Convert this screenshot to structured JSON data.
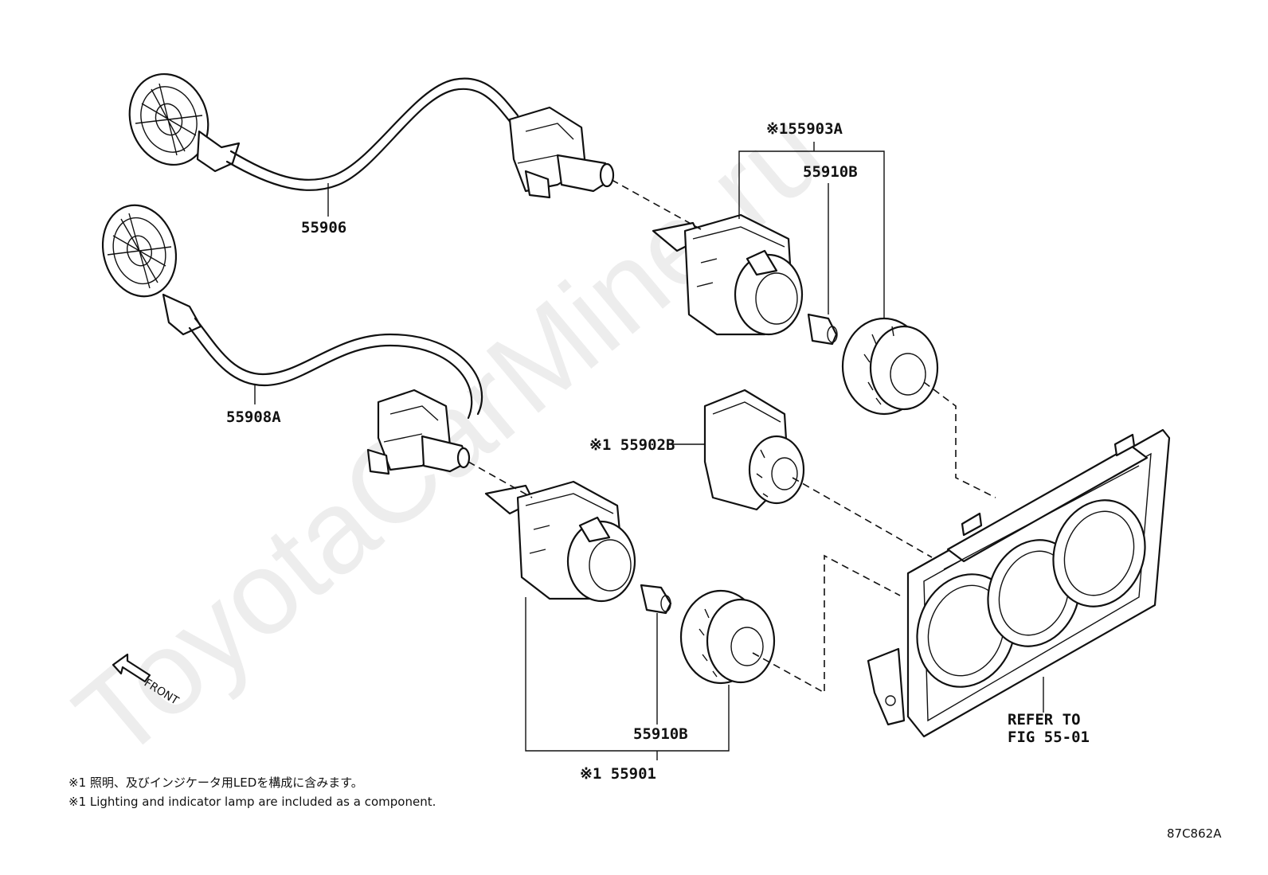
{
  "watermark": "ToyotaCarMine.ru",
  "parts": {
    "p55906": "55906",
    "p55908A": "55908A",
    "p55903A": "※155903A",
    "p55910B_top": "55910B",
    "p55902B": "※1 55902B",
    "p55910B_bottom": "55910B",
    "p55901": "※1 55901"
  },
  "refer": {
    "line1": "REFER TO",
    "line2": "FIG 55-01"
  },
  "front_label": "FRONT",
  "notes": {
    "ja": "※1 照明、及びインジケータ用LEDを構成に含みます。",
    "en": "※1 Lighting and indicator lamp are included as a component."
  },
  "diagram_code": "87C862A"
}
